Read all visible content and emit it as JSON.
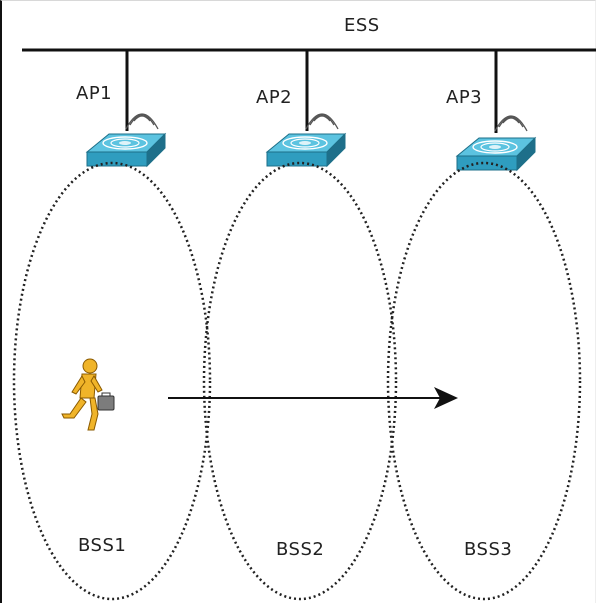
{
  "backbone": {
    "label": "ESS"
  },
  "access_points": [
    {
      "label": "AP1",
      "icon": "wireless-access-point-icon"
    },
    {
      "label": "AP2",
      "icon": "wireless-access-point-icon"
    },
    {
      "label": "AP3",
      "icon": "wireless-access-point-icon"
    }
  ],
  "cells": [
    {
      "label": "BSS1"
    },
    {
      "label": "BSS2"
    },
    {
      "label": "BSS3"
    }
  ],
  "user": {
    "icon": "walking-person-with-briefcase-icon"
  },
  "colors": {
    "ap_body": "#3ea8c8",
    "ap_side": "#1e6f8a",
    "person": "#f0b429",
    "line": "#111111"
  }
}
